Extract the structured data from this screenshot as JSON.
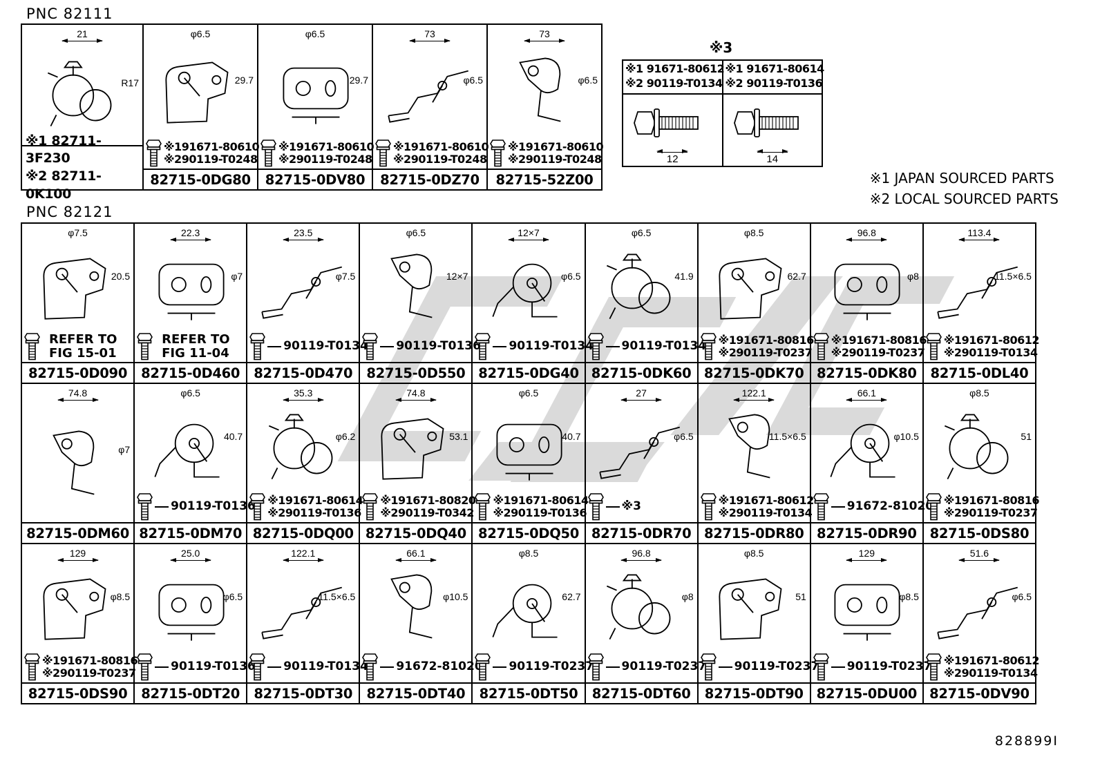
{
  "page": {
    "pnc1": "PNC 82111",
    "pnc2": "PNC 82121",
    "footer_code": "828899I"
  },
  "legend": [
    "※1 JAPAN SOURCED PARTS",
    "※2 LOCAL SOURCED PARTS"
  ],
  "notes_box": {
    "title": "※3",
    "cells": [
      {
        "lines": [
          "※1 91671-80612",
          "※2 90119-T0134"
        ],
        "shank_length": "12"
      },
      {
        "lines": [
          "※1 91671-80614",
          "※2 90119-T0136"
        ],
        "shank_length": "14"
      }
    ]
  },
  "table_82111": {
    "cells": [
      {
        "part_lines": [
          "※1 82711-3F230",
          "※2 82711-0K100"
        ],
        "dims": [
          "21",
          "R17"
        ],
        "fastener": null
      },
      {
        "part": "82715-0DG80",
        "dims": [
          "φ6.5",
          "29.7"
        ],
        "fastener": {
          "style": "pair",
          "lines": [
            "※191671-80610",
            "※290119-T0248"
          ]
        }
      },
      {
        "part": "82715-0DV80",
        "dims": [
          "φ6.5",
          "29.7"
        ],
        "fastener": {
          "style": "pair",
          "lines": [
            "※191671-80610",
            "※290119-T0248"
          ]
        }
      },
      {
        "part": "82715-0DZ70",
        "dims": [
          "73",
          "φ6.5"
        ],
        "fastener": {
          "style": "pair",
          "lines": [
            "※191671-80610",
            "※290119-T0248"
          ]
        }
      },
      {
        "part": "82715-52Z00",
        "dims": [
          "73",
          "φ6.5"
        ],
        "fastener": {
          "style": "pair",
          "lines": [
            "※191671-80610",
            "※290119-T0248"
          ]
        }
      }
    ]
  },
  "table_82121": {
    "rows": [
      [
        {
          "part": "82715-0D090",
          "dims": [
            "φ7.5",
            "20.5"
          ],
          "fastener": {
            "style": "refer",
            "lines": [
              "REFER TO",
              "FIG 15-01"
            ]
          }
        },
        {
          "part": "82715-0D460",
          "dims": [
            "22.3",
            "φ7"
          ],
          "fastener": {
            "style": "refer",
            "lines": [
              "REFER TO",
              "FIG 11-04"
            ]
          }
        },
        {
          "part": "82715-0D470",
          "dims": [
            "23.5",
            "φ7.5"
          ],
          "fastener": {
            "style": "single",
            "lines": [
              "90119-T0134"
            ]
          }
        },
        {
          "part": "82715-0D550",
          "dims": [
            "φ6.5",
            "12×7"
          ],
          "fastener": {
            "style": "single",
            "lines": [
              "90119-T0136"
            ]
          }
        },
        {
          "part": "82715-0DG40",
          "dims": [
            "12×7",
            "φ6.5"
          ],
          "fastener": {
            "style": "single",
            "lines": [
              "90119-T0134"
            ]
          }
        },
        {
          "part": "82715-0DK60",
          "dims": [
            "φ6.5",
            "41.9"
          ],
          "fastener": {
            "style": "single",
            "lines": [
              "90119-T0134"
            ]
          }
        },
        {
          "part": "82715-0DK70",
          "dims": [
            "φ8.5",
            "62.7"
          ],
          "fastener": {
            "style": "pair",
            "lines": [
              "※191671-80816",
              "※290119-T0237"
            ]
          }
        },
        {
          "part": "82715-0DK80",
          "dims": [
            "96.8",
            "φ8"
          ],
          "fastener": {
            "style": "pair",
            "lines": [
              "※191671-80816",
              "※290119-T0237"
            ]
          }
        },
        {
          "part": "82715-0DL40",
          "dims": [
            "113.4",
            "11.5×6.5"
          ],
          "fastener": {
            "style": "pair",
            "lines": [
              "※191671-80612",
              "※290119-T0134"
            ]
          }
        }
      ],
      [
        {
          "part": "82715-0DM60",
          "dims": [
            "74.8",
            "φ7"
          ],
          "fastener": null
        },
        {
          "part": "82715-0DM70",
          "dims": [
            "φ6.5",
            "40.7"
          ],
          "fastener": {
            "style": "single",
            "lines": [
              "90119-T0136"
            ]
          }
        },
        {
          "part": "82715-0DQ00",
          "dims": [
            "35.3",
            "φ6.2"
          ],
          "fastener": {
            "style": "pair",
            "lines": [
              "※191671-80614",
              "※290119-T0136"
            ]
          }
        },
        {
          "part": "82715-0DQ40",
          "dims": [
            "74.8",
            "53.1"
          ],
          "fastener": {
            "style": "pair",
            "lines": [
              "※191671-80820",
              "※290119-T0342"
            ]
          }
        },
        {
          "part": "82715-0DQ50",
          "dims": [
            "φ6.5",
            "40.7"
          ],
          "fastener": {
            "style": "pair",
            "lines": [
              "※191671-80614",
              "※290119-T0136"
            ]
          }
        },
        {
          "part": "82715-0DR70",
          "dims": [
            "27",
            "φ6.5"
          ],
          "fastener": {
            "style": "single",
            "lines": [
              "※3"
            ]
          }
        },
        {
          "part": "82715-0DR80",
          "dims": [
            "122.1",
            "11.5×6.5"
          ],
          "fastener": {
            "style": "pair",
            "lines": [
              "※191671-80612",
              "※290119-T0134"
            ]
          }
        },
        {
          "part": "82715-0DR90",
          "dims": [
            "66.1",
            "φ10.5"
          ],
          "fastener": {
            "style": "single",
            "lines": [
              "91672-81020"
            ]
          }
        },
        {
          "part": "82715-0DS80",
          "dims": [
            "φ8.5",
            "51"
          ],
          "fastener": {
            "style": "pair",
            "lines": [
              "※191671-80816",
              "※290119-T0237"
            ]
          }
        }
      ],
      [
        {
          "part": "82715-0DS90",
          "dims": [
            "129",
            "φ8.5"
          ],
          "fastener": {
            "style": "pair",
            "lines": [
              "※191671-80816",
              "※290119-T0237"
            ]
          }
        },
        {
          "part": "82715-0DT20",
          "dims": [
            "25.0",
            "φ6.5"
          ],
          "fastener": {
            "style": "single",
            "lines": [
              "90119-T0136"
            ]
          }
        },
        {
          "part": "82715-0DT30",
          "dims": [
            "122.1",
            "11.5×6.5"
          ],
          "fastener": {
            "style": "single",
            "lines": [
              "90119-T0134"
            ]
          }
        },
        {
          "part": "82715-0DT40",
          "dims": [
            "66.1",
            "φ10.5"
          ],
          "fastener": {
            "style": "single",
            "lines": [
              "91672-81020"
            ]
          }
        },
        {
          "part": "82715-0DT50",
          "dims": [
            "φ8.5",
            "62.7"
          ],
          "fastener": {
            "style": "single",
            "lines": [
              "90119-T0237"
            ]
          }
        },
        {
          "part": "82715-0DT60",
          "dims": [
            "96.8",
            "φ8"
          ],
          "fastener": {
            "style": "single",
            "lines": [
              "90119-T0237"
            ]
          }
        },
        {
          "part": "82715-0DT90",
          "dims": [
            "φ8.5",
            "51"
          ],
          "fastener": {
            "style": "single",
            "lines": [
              "90119-T0237"
            ]
          }
        },
        {
          "part": "82715-0DU00",
          "dims": [
            "129",
            "φ8.5"
          ],
          "fastener": {
            "style": "single",
            "lines": [
              "90119-T0237"
            ]
          }
        },
        {
          "part": "82715-0DV90",
          "dims": [
            "51.6",
            "φ6.5"
          ],
          "fastener": {
            "style": "pair",
            "lines": [
              "※191671-80612",
              "※290119-T0134"
            ]
          }
        }
      ]
    ]
  }
}
